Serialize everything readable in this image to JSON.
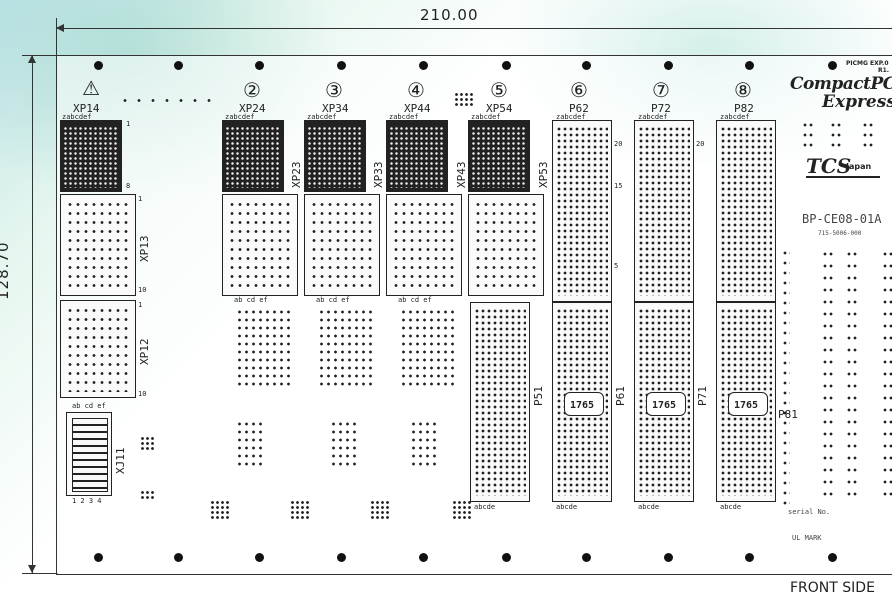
{
  "dimensions": {
    "width": "210.00",
    "height": "128.70"
  },
  "labels": {
    "front": "FRONT SIDE",
    "warn": "⚠",
    "xp14": "XP14",
    "xp24": "XP24",
    "xp34": "XP34",
    "xp44": "XP44",
    "xp54": "XP54",
    "p62": "P62",
    "p72": "P72",
    "p82": "P82",
    "xp13": "XP13",
    "xp12": "XP12",
    "xj11": "XJ11",
    "xp23": "XP23",
    "xp33": "XP33",
    "xp43": "XP43",
    "xp53": "XP53",
    "p51": "P51",
    "p61": "P61",
    "p71": "P71",
    "p81": "P81",
    "n2": "②",
    "n3": "③",
    "n4": "④",
    "n5": "⑤",
    "n6": "⑥",
    "n7": "⑦",
    "n8": "⑧",
    "zabcdef": "zabcdef",
    "abcdef": "ab cd ef",
    "num1": "1",
    "num8": "8",
    "num10": "10",
    "num15": "15",
    "num20": "20",
    "num5": "5",
    "xj_pins": "1 2 3 4",
    "slot_label": "1765",
    "abcde": "abcde"
  },
  "brand": {
    "picmg": "PICMG EXP.0",
    "rev": "R1.",
    "compact": "CompactPCI",
    "express": "Express",
    "tcs": "TCS",
    "japan": "Japan",
    "part": "BP-CE08-01A",
    "part_no": "715-5006-000",
    "serial": "serial No.",
    "ul": "UL MARK"
  }
}
